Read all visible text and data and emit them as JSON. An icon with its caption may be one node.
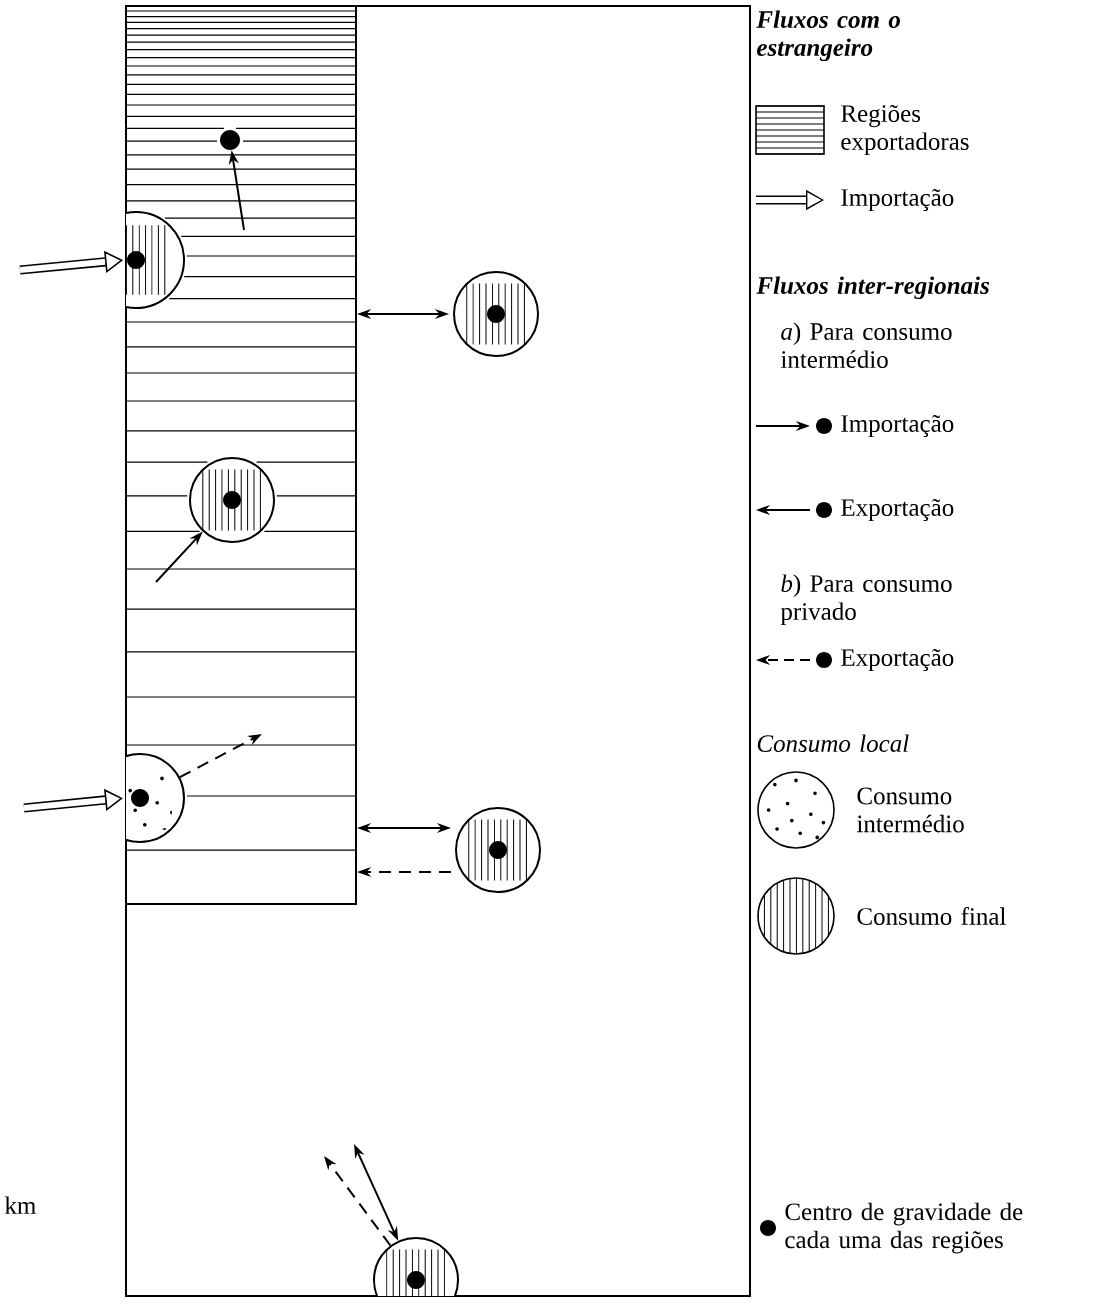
{
  "diagram": {
    "nodes": [
      {
        "text": [],
        "shape": "box"
      },
      {
        "text": [],
        "shape": "box",
        "in": 0
      },
      {
        "text": [],
        "shape": "circle",
        "in": 1
      },
      {
        "text": [],
        "shape": "circle",
        "in": 1
      },
      {
        "text": [],
        "shape": "circle",
        "in": 0
      },
      {
        "text": [],
        "shape": "circle",
        "in": 1
      },
      {
        "text": [],
        "shape": "circle",
        "in": 1
      },
      {
        "text": [],
        "shape": "circle",
        "in": 0
      },
      {
        "text": [],
        "shape": "circle",
        "in": 0
      }
    ],
    "edges": [
      {
        "from": null,
        "to": 2,
        "arrow": "to"
      },
      {
        "from": null,
        "to": 3,
        "arrow": "to",
        "style": "thick"
      },
      {
        "from": 1,
        "to": 4,
        "arrow": "both"
      },
      {
        "from": null,
        "to": 5,
        "arrow": "to"
      },
      {
        "from": null,
        "to": 6,
        "arrow": "to",
        "style": "thick"
      },
      {
        "from": 6,
        "to": null,
        "arrow": "to",
        "style": "dashed"
      },
      {
        "from": 1,
        "to": 7,
        "arrow": "both"
      },
      {
        "from": 7,
        "to": 1,
        "arrow": "to",
        "style": "dashed"
      },
      {
        "from": null,
        "to": 8,
        "arrow": "both"
      },
      {
        "from": 8,
        "to": null,
        "arrow": "to",
        "style": "dashed"
      }
    ],
    "labels": [
      "Fluxos com o estrangeiro",
      "Fluxos inter-regionais",
      "*a*) Para consumo intermédio",
      "*b*) Para consumo privado",
      "Consumo local",
      "km"
    ],
    "legend": [
      {
        "text": "Regiões exportadoras"
      },
      {
        "text": "Importação"
      },
      {
        "text": "Importação"
      },
      {
        "text": "Exportação"
      },
      {
        "text": "Exportação"
      },
      {
        "text": "Consumo intermédio"
      },
      {
        "text": "Consumo final"
      },
      {
        "text": "Centro de gravidade de cada uma das regiões"
      }
    ]
  }
}
